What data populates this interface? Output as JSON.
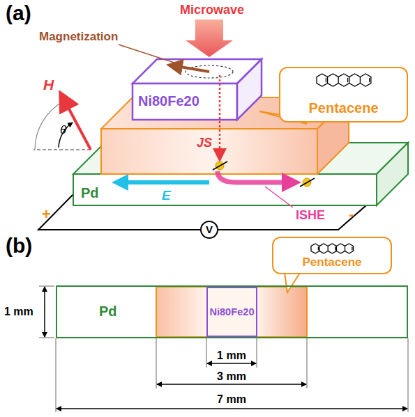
{
  "diagram": {
    "nodes": [
      {
        "text": [
          "Pentacene"
        ]
      },
      {
        "text": [
          "V"
        ]
      },
      {
        "text": [
          "Pd"
        ]
      },
      {
        "text": [
          "Ni80Fe20"
        ],
        "in": 2
      },
      {
        "text": [
          "Pentacene"
        ]
      }
    ],
    "labels": [
      "(a)",
      "Microwave",
      "Magnetization",
      "H",
      "θ",
      "Ni80Fe20",
      "JS",
      "Pd",
      "E",
      "ISHE",
      "+",
      "-",
      "(b)",
      "1 mm",
      "1 mm",
      "3 mm",
      "7 mm"
    ]
  }
}
